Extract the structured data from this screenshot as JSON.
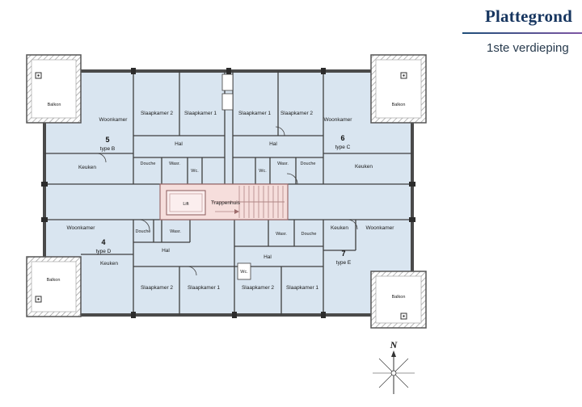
{
  "header": {
    "title": "Plattegrond",
    "subtitle": "1ste verdieping"
  },
  "plan": {
    "labels": {
      "woonkamer": "Woonkamer",
      "slaapkamer_1": "Slaapkamer 1",
      "slaapkamer_2": "Slaapkamer 2",
      "keuken": "Keuken",
      "hal": "Hal",
      "douche": "Douche",
      "wasruimte": "Wasr.",
      "wc": "Wc.",
      "lift": "Lift",
      "trappenhuis": "Trappenhuis",
      "balkon": "Balkon"
    },
    "apartments": [
      {
        "number": "5",
        "type": "type B"
      },
      {
        "number": "6",
        "type": "type C"
      },
      {
        "number": "4",
        "type": "type D"
      },
      {
        "number": "7",
        "type": "type E"
      }
    ],
    "compass": {
      "north": "N"
    },
    "colors": {
      "room_fill": "#d9e5f0",
      "core_fill": "#f6dedc",
      "wall": "#3f3f3f",
      "title_accent": "#16355f"
    }
  }
}
